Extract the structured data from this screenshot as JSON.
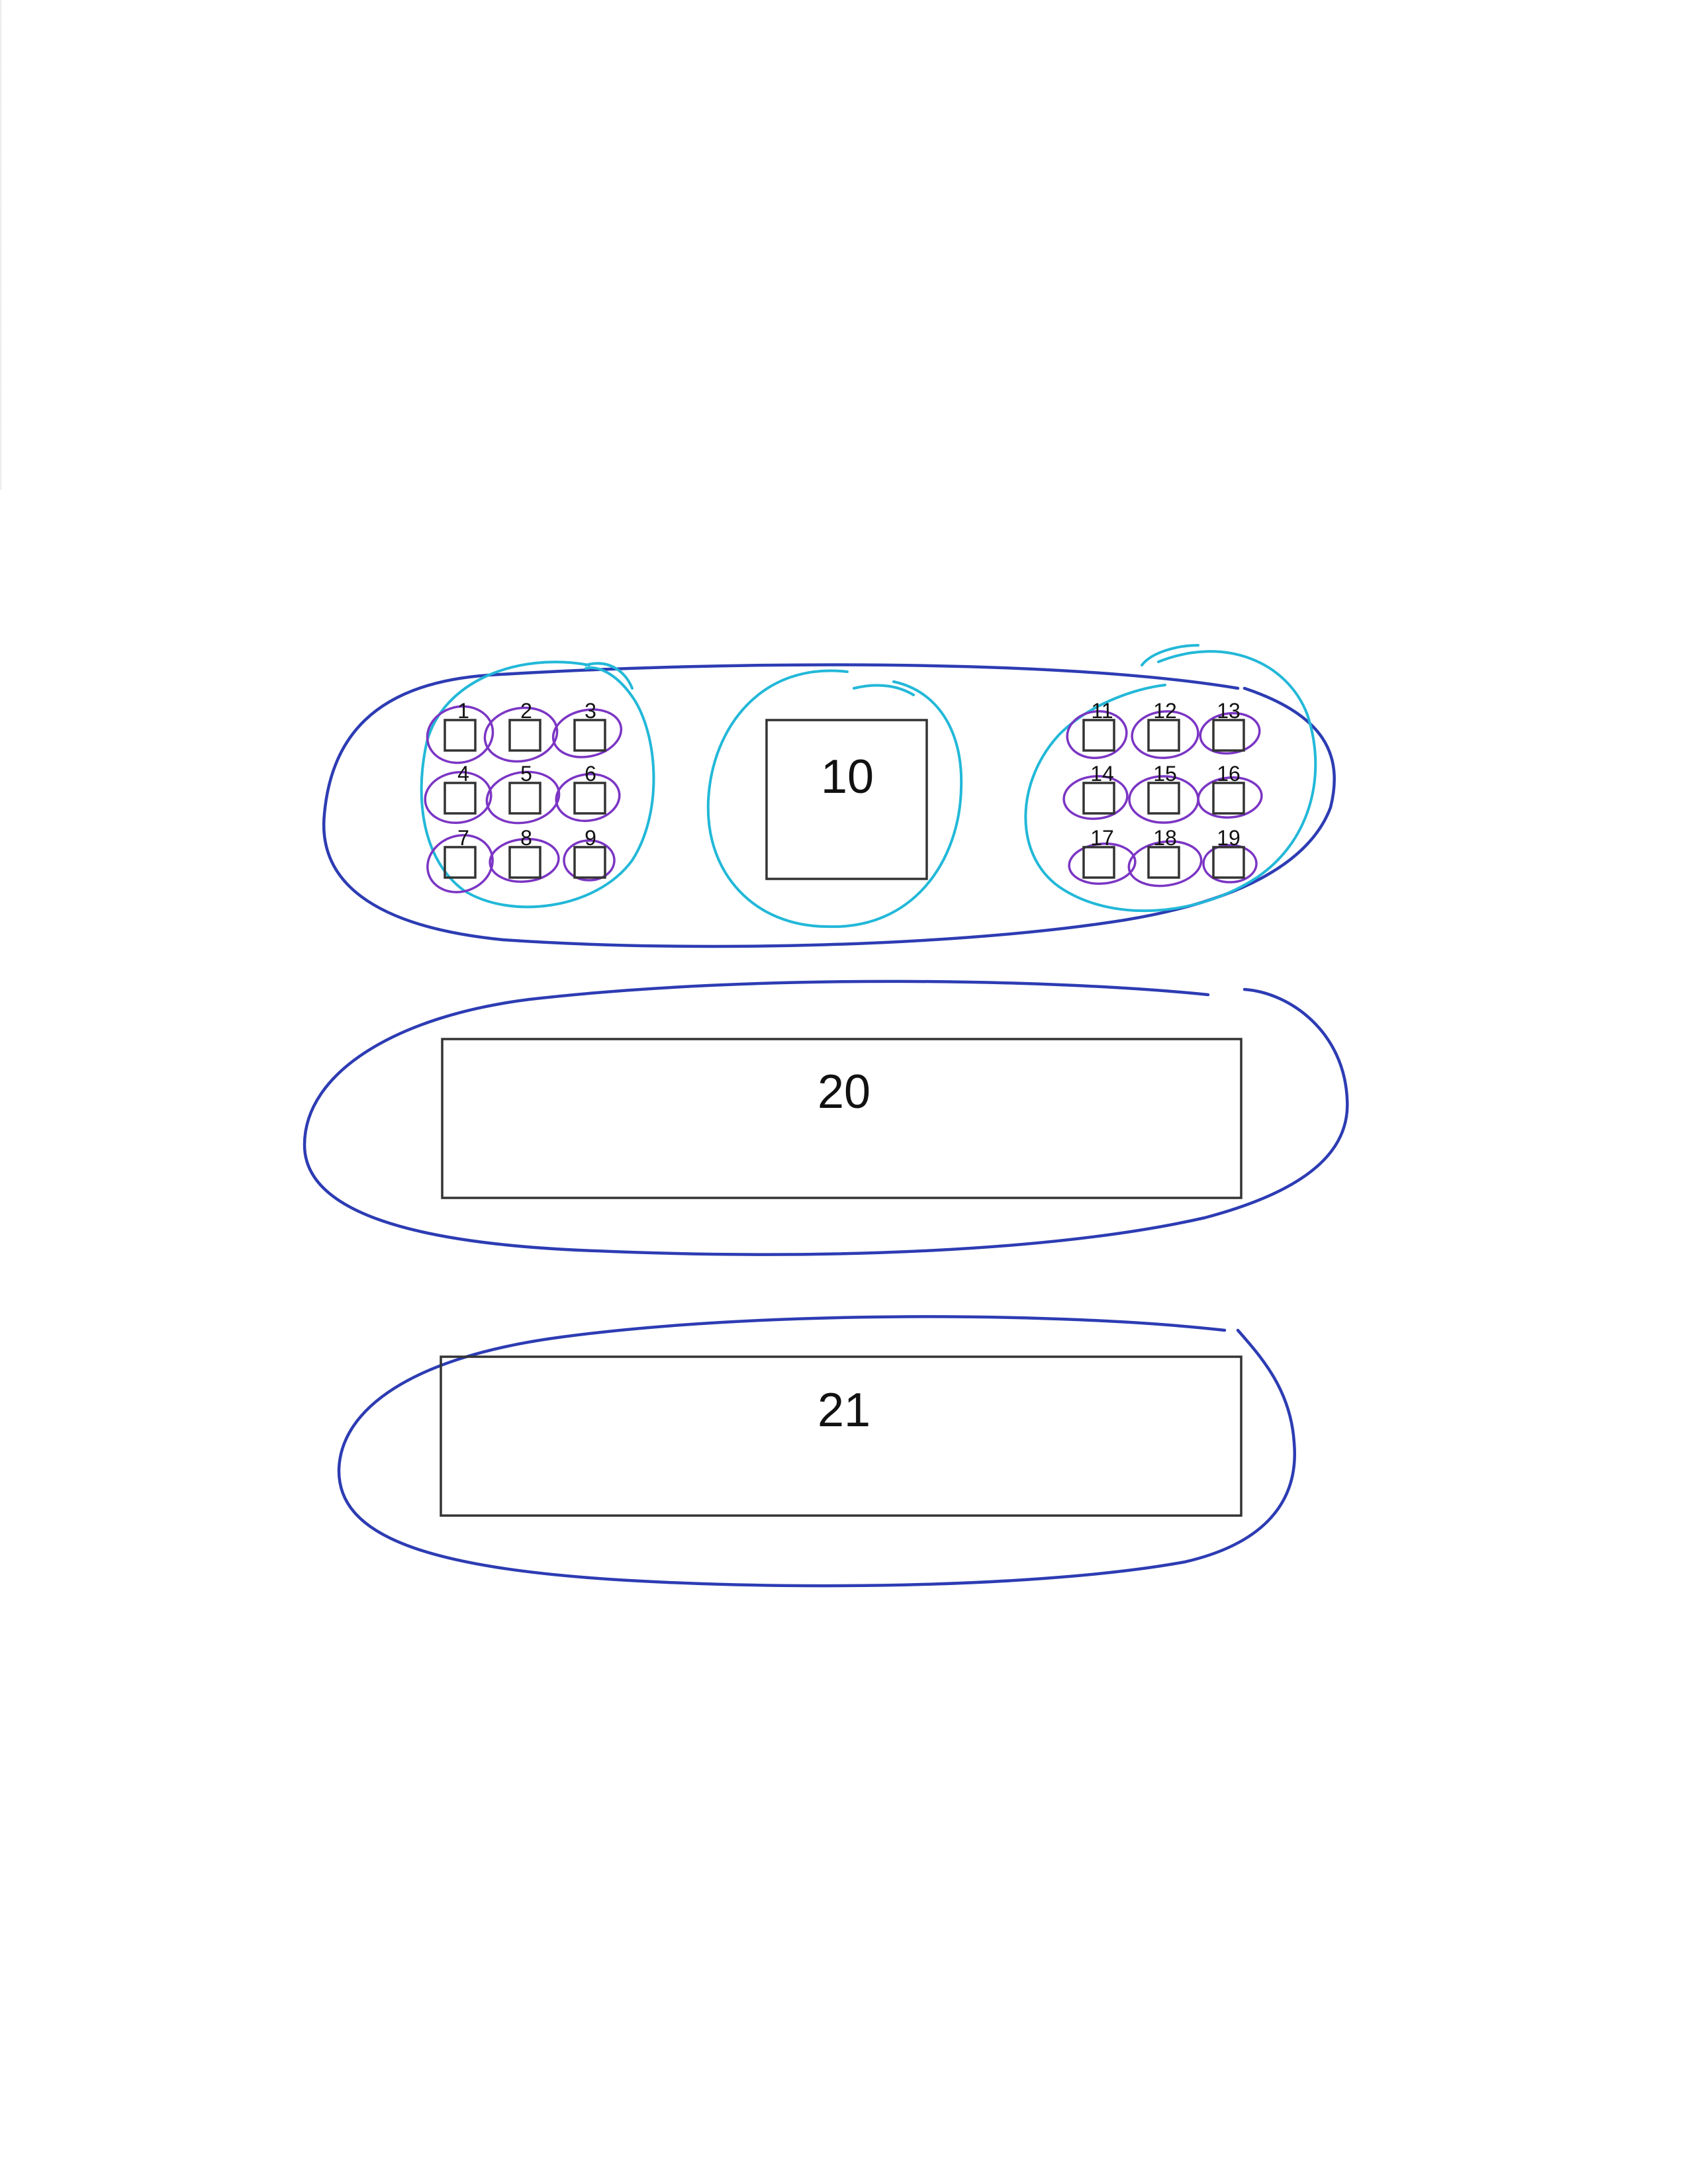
{
  "grid_left": {
    "labels": [
      "1",
      "2",
      "3",
      "4",
      "5",
      "6",
      "7",
      "8",
      "9"
    ]
  },
  "center_box": {
    "label": "10"
  },
  "grid_right": {
    "labels": [
      "11",
      "12",
      "13",
      "14",
      "15",
      "16",
      "17",
      "18",
      "19"
    ]
  },
  "wide_box_top": {
    "label": "20"
  },
  "wide_box_bottom": {
    "label": "21"
  },
  "colors": {
    "outer_ink": "#2d3cb3",
    "group_ink": "#22b8d8",
    "item_ink": "#7b35c4",
    "box_stroke": "#333333"
  }
}
